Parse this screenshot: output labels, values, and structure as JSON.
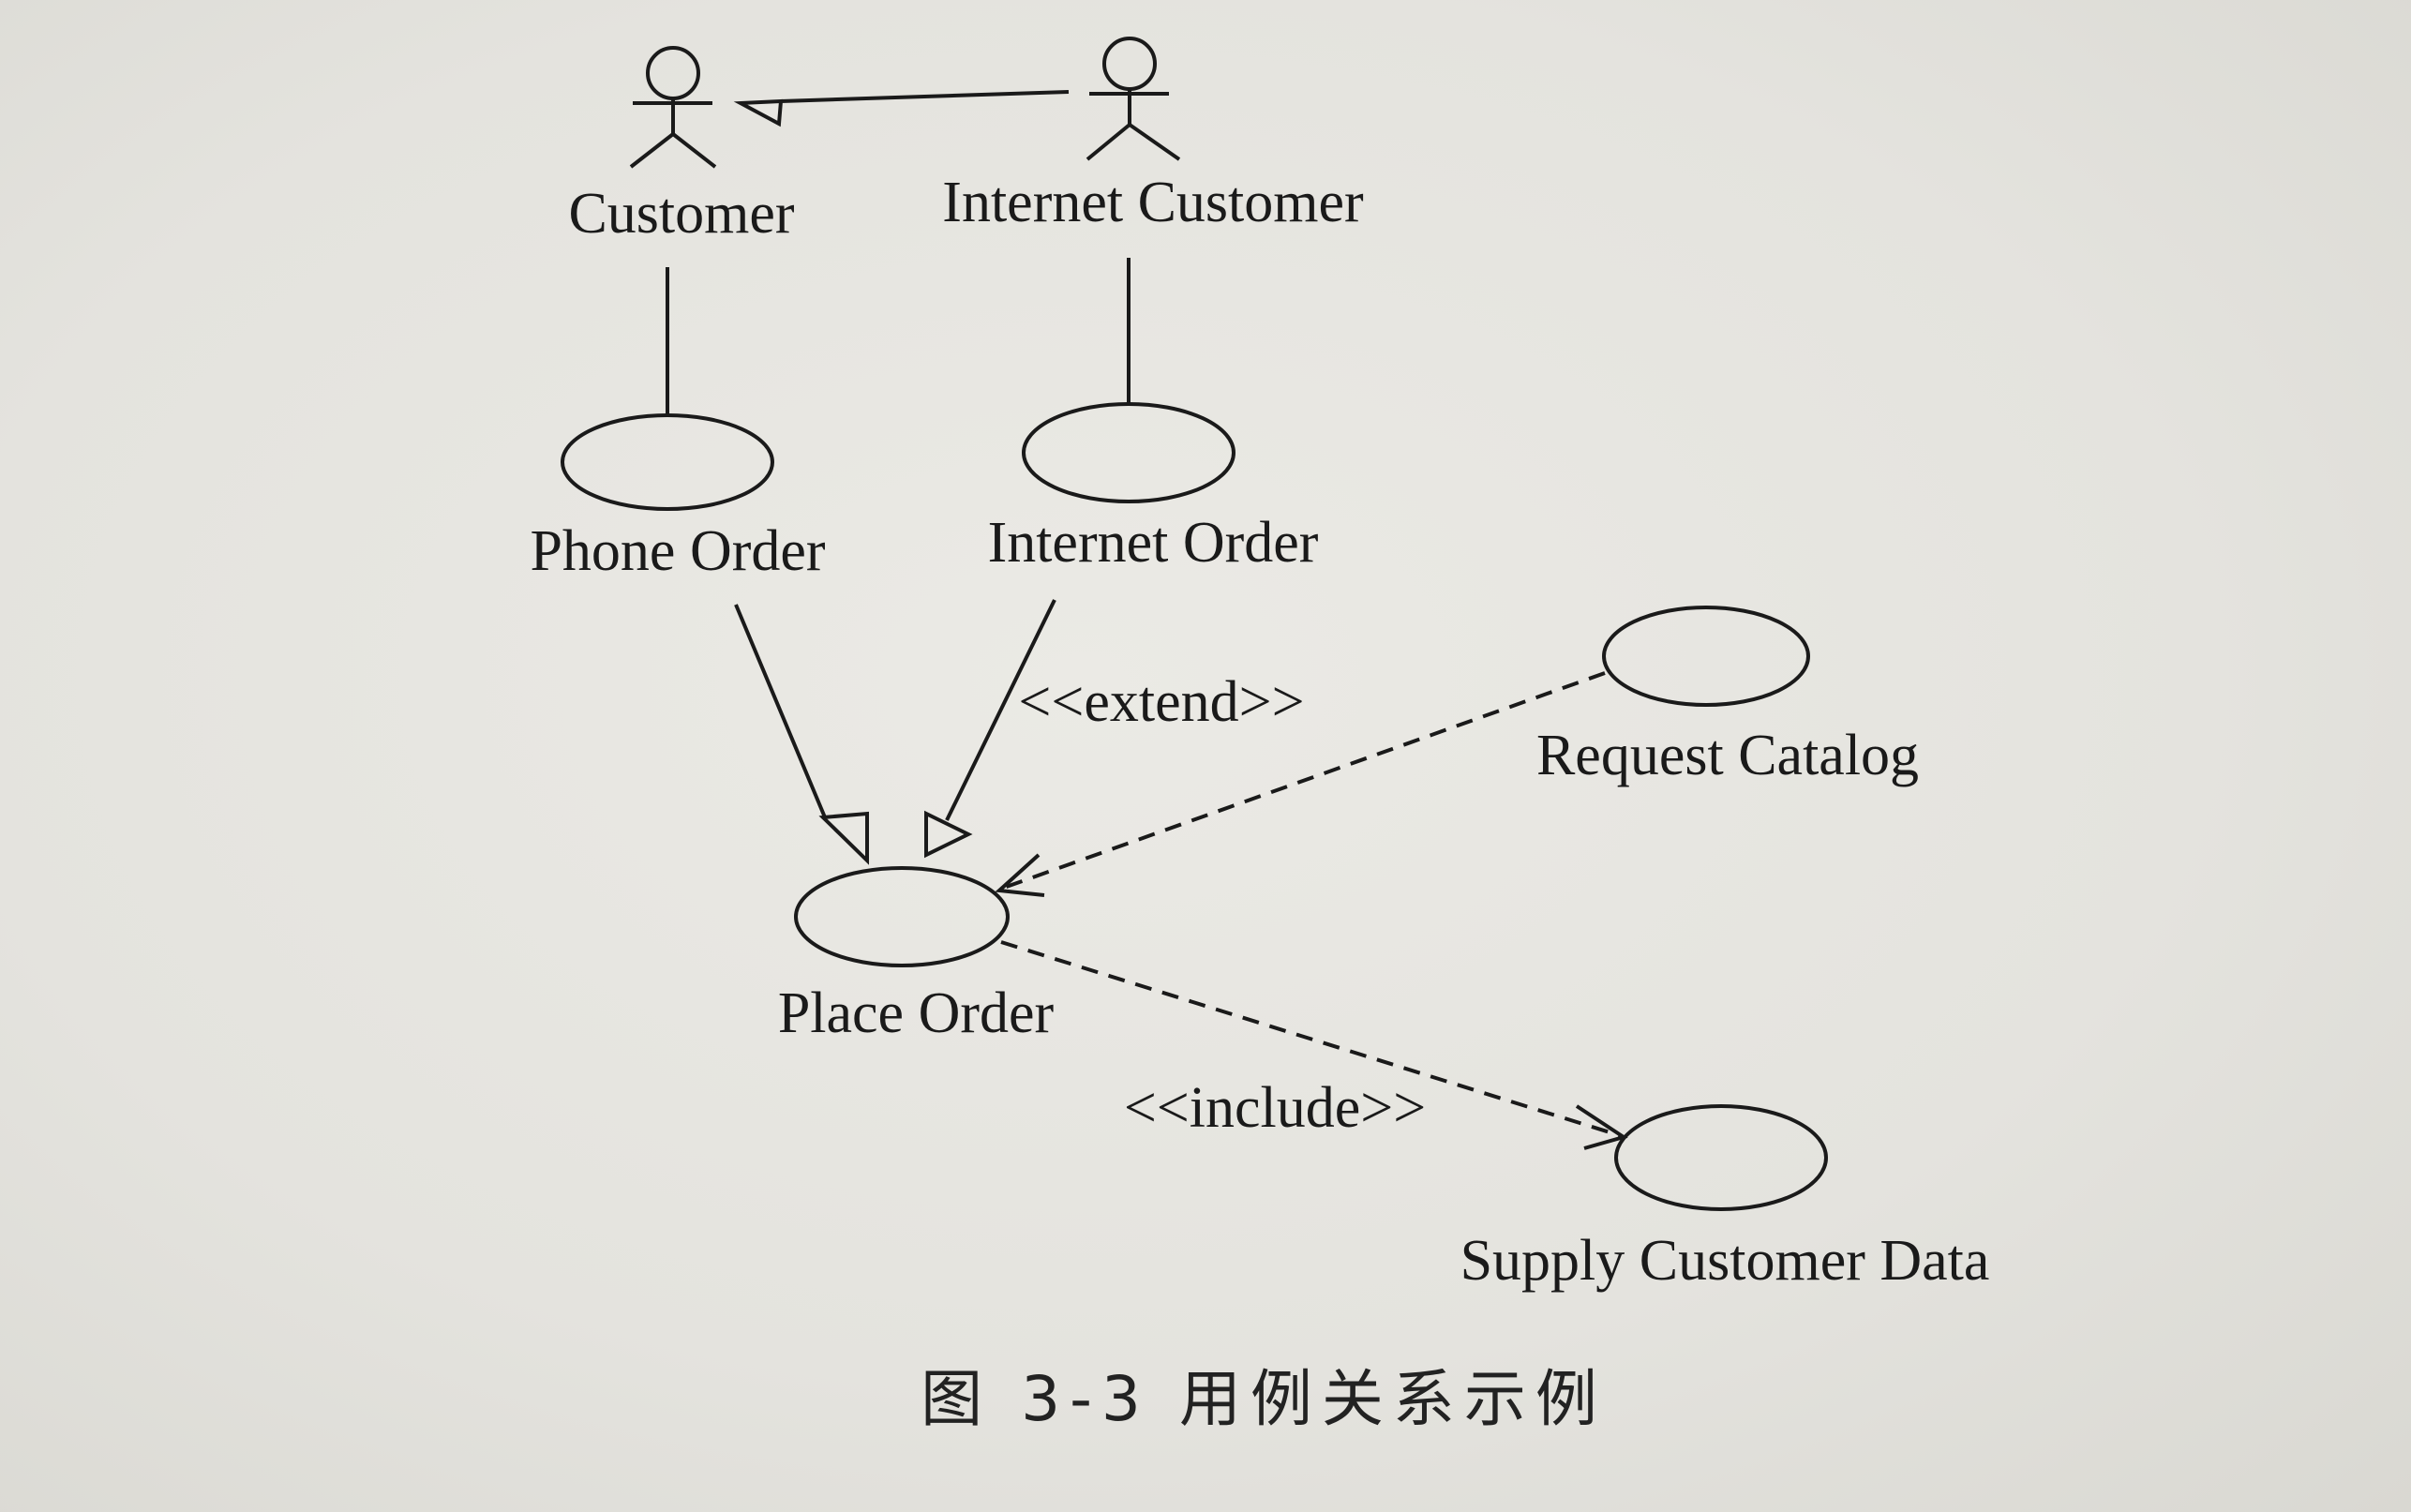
{
  "actors": [
    {
      "id": "customer",
      "name": "Customer"
    },
    {
      "id": "internet_customer",
      "name": "Internet Customer"
    }
  ],
  "use_cases": [
    {
      "id": "phone_order",
      "name": "Phone Order"
    },
    {
      "id": "internet_order",
      "name": "Internet Order"
    },
    {
      "id": "place_order",
      "name": "Place Order"
    },
    {
      "id": "request_catalog",
      "name": "Request Catalog"
    },
    {
      "id": "supply_customer_data",
      "name": "Supply Customer Data"
    }
  ],
  "relationships": [
    {
      "from": "internet_customer",
      "to": "customer",
      "type": "generalization"
    },
    {
      "from": "customer",
      "to": "phone_order",
      "type": "association"
    },
    {
      "from": "internet_customer",
      "to": "internet_order",
      "type": "association"
    },
    {
      "from": "phone_order",
      "to": "place_order",
      "type": "generalization"
    },
    {
      "from": "internet_order",
      "to": "place_order",
      "type": "generalization"
    },
    {
      "from": "request_catalog",
      "to": "place_order",
      "type": "dependency",
      "stereotype": "<<extend>>"
    },
    {
      "from": "place_order",
      "to": "supply_customer_data",
      "type": "dependency",
      "stereotype": "<<include>>"
    }
  ],
  "caption": "图 3-3   用例关系示例"
}
